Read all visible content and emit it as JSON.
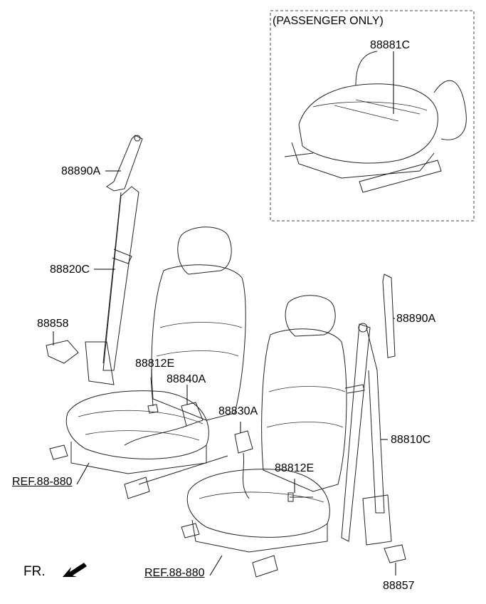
{
  "inset": {
    "title": "(PASSENGER ONLY)",
    "part": "88881C"
  },
  "labels": {
    "upper_anchor_left": "88890A",
    "belt_left": "88820C",
    "bracket_left": "88858",
    "bolt_left": "88812E",
    "buckle_left": "88840A",
    "buckle_right": "88830A",
    "upper_anchor_right": "88890A",
    "belt_right": "88810C",
    "bolt_right": "88812E",
    "bracket_right": "88857"
  },
  "refs": {
    "left": "REF.88-880",
    "right": "REF.88-880"
  },
  "front_indicator": "FR."
}
